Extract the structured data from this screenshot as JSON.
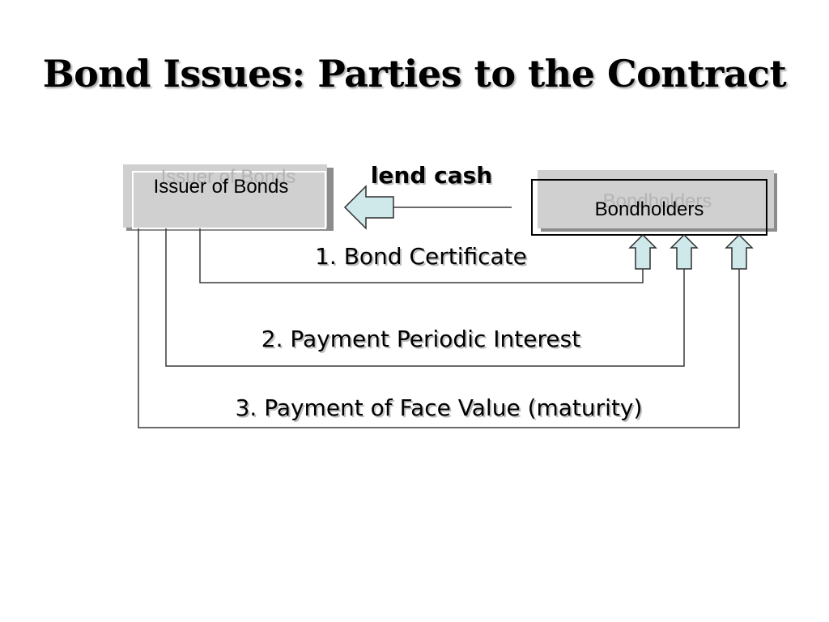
{
  "slide": {
    "title": "Bond Issues: Parties to the Contract"
  },
  "diagram": {
    "issuer_label": "Issuer of Bonds",
    "bondholders_label": "Bondholders",
    "lend_cash_label": "lend cash",
    "flows": [
      {
        "label": "1. Bond Certificate"
      },
      {
        "label": "2. Payment Periodic Interest"
      },
      {
        "label": "3. Payment of Face Value (maturity)"
      }
    ]
  },
  "colors": {
    "box_fill": "#d0d0d0",
    "box_shadow": "#8c8c8c",
    "arrow_fill": "#cfe8ea",
    "line": "#3a3a3a"
  }
}
